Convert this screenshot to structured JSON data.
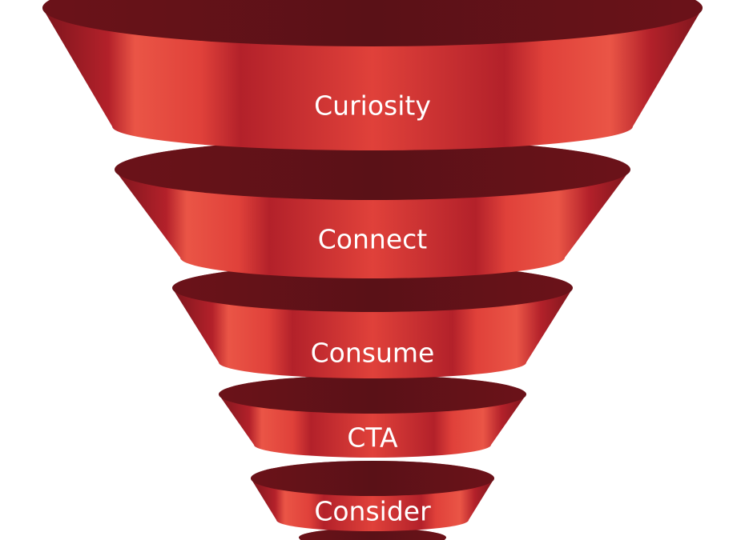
{
  "colors": {
    "rim_dark": "#5a1117",
    "rim_mid": "#6b1219",
    "band_dark": "#7d151d",
    "band_mid": "#b3212a",
    "band_bright": "#e0413a",
    "band_highlight": "#ea5546",
    "label": "#ffffff"
  },
  "stages": [
    {
      "label": "Curiosity"
    },
    {
      "label": "Connect"
    },
    {
      "label": "Consume"
    },
    {
      "label": "CTA"
    },
    {
      "label": "Consider"
    },
    {
      "label": ""
    }
  ]
}
